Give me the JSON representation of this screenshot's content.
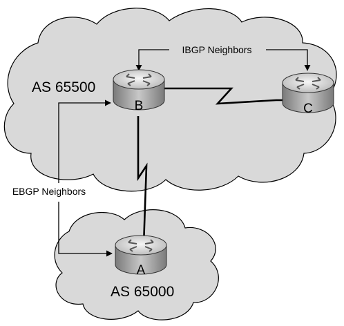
{
  "autonomous_systems": {
    "upper": {
      "label": "AS 65500"
    },
    "lower": {
      "label": "AS 65000"
    }
  },
  "routers": {
    "a": {
      "label": "A"
    },
    "b": {
      "label": "B"
    },
    "c": {
      "label": "C"
    }
  },
  "neighbor_labels": {
    "ibgp": "IBGP Neighbors",
    "ebgp": "EBGP Neighbors"
  },
  "colors": {
    "cloud_fill": "#d9d9d9",
    "cloud_outline": "#000000",
    "router_top": "#ececec",
    "router_side": "#9a9a9a",
    "link": "#000000"
  }
}
